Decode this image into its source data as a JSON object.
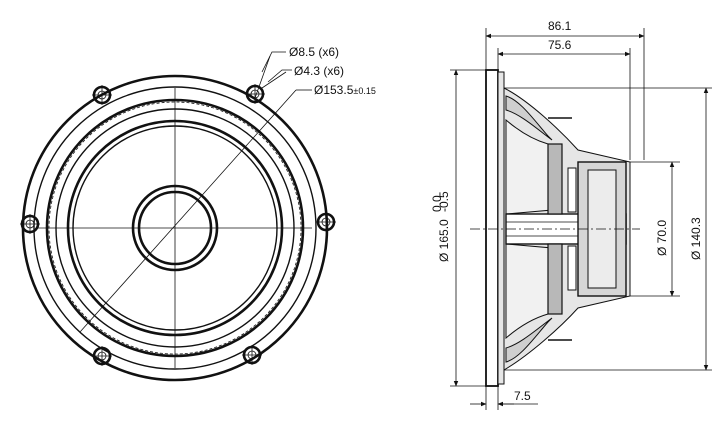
{
  "front_view": {
    "callouts": {
      "large_hole": "Ø8.5 (x6)",
      "small_hole": "Ø4.3 (x6)",
      "bolt_circle_main": "Ø153.5",
      "bolt_circle_tol": "±0.15"
    }
  },
  "side_view": {
    "dims": {
      "overall_depth": "86.1",
      "frame_depth": "75.6",
      "flange_thickness": "7.5",
      "outer_diameter_main": "Ø 165.0",
      "outer_diameter_tol_upper": "0.0",
      "outer_diameter_tol_lower": "-0.5",
      "cutout_diameter": "Ø 140.3",
      "magnet_diameter": "Ø 70.0"
    }
  },
  "colors": {
    "line": "#111111",
    "shade_light": "#e6e6e6",
    "shade_mid": "#cfcfcf",
    "shade_dark": "#b8b8b8"
  }
}
